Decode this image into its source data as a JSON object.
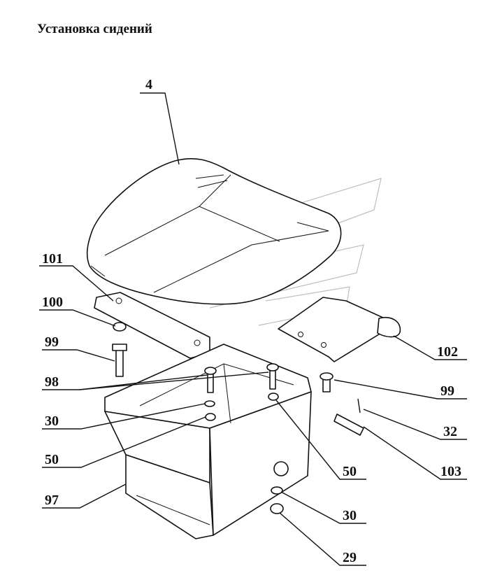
{
  "title": "Установка сидений",
  "callouts": [
    {
      "id": "c4",
      "text": "4"
    },
    {
      "id": "c101",
      "text": "101"
    },
    {
      "id": "c100",
      "text": "100"
    },
    {
      "id": "c99a",
      "text": "99"
    },
    {
      "id": "c98",
      "text": "98"
    },
    {
      "id": "c30a",
      "text": "30"
    },
    {
      "id": "c50a",
      "text": "50"
    },
    {
      "id": "c97",
      "text": "97"
    },
    {
      "id": "c102",
      "text": "102"
    },
    {
      "id": "c99b",
      "text": "99"
    },
    {
      "id": "c32",
      "text": "32"
    },
    {
      "id": "c103",
      "text": "103"
    },
    {
      "id": "c50b",
      "text": "50"
    },
    {
      "id": "c30b",
      "text": "30"
    },
    {
      "id": "c29",
      "text": "29"
    }
  ]
}
